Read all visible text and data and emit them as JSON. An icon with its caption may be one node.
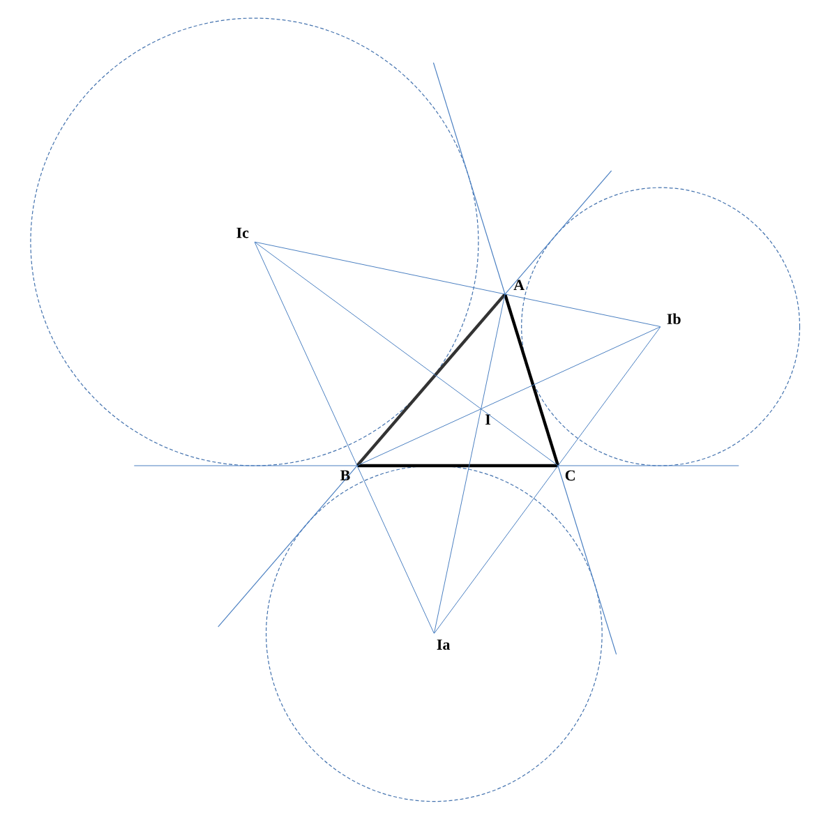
{
  "diagram": {
    "nodes": [
      {
        "text": [
          "A"
        ]
      },
      {
        "text": [
          "B"
        ]
      },
      {
        "text": [
          "C"
        ]
      },
      {
        "text": [
          "I"
        ]
      },
      {
        "text": [
          "Ia"
        ]
      },
      {
        "text": [
          "Ib"
        ]
      },
      {
        "text": [
          "Ic"
        ]
      }
    ],
    "edges": [
      {
        "from": 0,
        "to": 1,
        "arrow": "none",
        "style": "thick",
        "color": "#333333"
      },
      {
        "from": 1,
        "to": 2,
        "arrow": "none",
        "style": "thick",
        "color": "#000000"
      },
      {
        "from": 2,
        "to": 0,
        "arrow": "none",
        "style": "thick",
        "color": "#000000"
      },
      {
        "from": 6,
        "to": 5,
        "arrow": "none"
      },
      {
        "from": 6,
        "to": 4,
        "arrow": "none"
      },
      {
        "from": 4,
        "to": 5,
        "arrow": "none"
      },
      {
        "from": 0,
        "to": 4,
        "arrow": "none"
      },
      {
        "from": 1,
        "to": 5,
        "arrow": "none"
      },
      {
        "from": 2,
        "to": 6,
        "arrow": "none"
      }
    ]
  }
}
